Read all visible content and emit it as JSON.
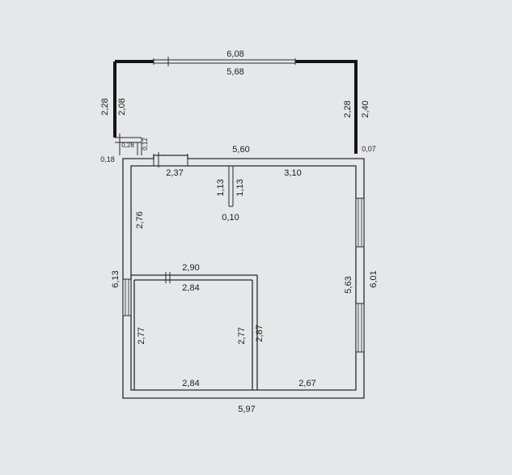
{
  "diagram": {
    "type": "floor-plan",
    "dimensions": {
      "balcony_outer_top": "6,08",
      "balcony_inner_top": "5,68",
      "balcony_left_outer": "2,28",
      "balcony_left_inner": "2,08",
      "balcony_right_outer": "2,28",
      "balcony_right_inner": "2,40",
      "small_a": "0,28",
      "small_b": "0,12",
      "small_c": "0,18",
      "small_d": "0,07",
      "main_inner_top": "5,60",
      "top_left_segment": "2,37",
      "top_right_segment": "3,10",
      "partition_a": "1,13",
      "partition_b": "1,13",
      "partition_thickness": "0,10",
      "hall_left": "2,76",
      "left_outer": "6,13",
      "room_top_outer": "2,90",
      "room_top_inner": "2,84",
      "room_left": "2,77",
      "room_right_inner": "2,77",
      "room_right_outer": "2,87",
      "room_bottom": "2,84",
      "bottom_right_segment": "2,67",
      "right_inner": "5,63",
      "right_outer": "6,01",
      "bottom_outer": "5,97"
    }
  }
}
